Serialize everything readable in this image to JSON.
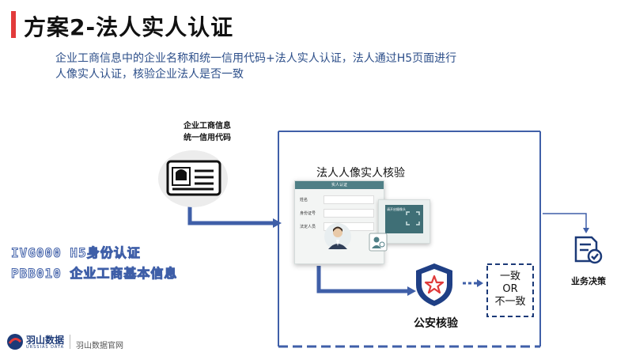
{
  "header": {
    "title": "方案2-法人实人认证",
    "description": "企业工商信息中的企业名称和统一信用代码+法人实人认证，法人通过H5页面进行人像实人认证，核验企业法人是否一致"
  },
  "left": {
    "source_label_line1": "企业工商信息",
    "source_label_line2": "统一信用代码",
    "api1": "IVG000 H5身份认证",
    "api2": "PBB010  企业工商基本信息"
  },
  "center": {
    "face_verify_title": "法人人像实人核验",
    "form_header": "实人认证",
    "form_fields": [
      "姓名",
      "身份证号",
      "法定人员"
    ],
    "side_card_label": "请开启摄像头",
    "police_label": "公安核验"
  },
  "result": {
    "line1": "一致",
    "line2": "OR",
    "line3": "不一致"
  },
  "right": {
    "decision_label": "业务决策"
  },
  "footer": {
    "logo_name": "羽山数据",
    "logo_en": "URSSIAS DATA",
    "subtitle": "羽山数据官网"
  },
  "colors": {
    "accent_red": "#e23b3b",
    "flow_blue": "#3f5fa8",
    "teal": "#4f7f86"
  }
}
